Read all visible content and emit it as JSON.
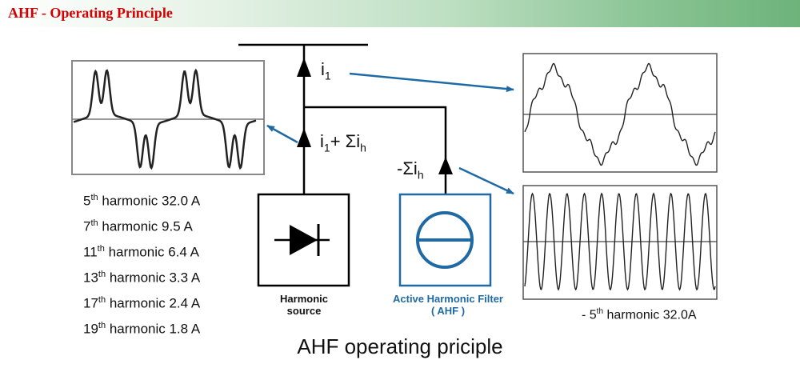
{
  "header": {
    "title": "AHF - Operating Principle"
  },
  "labels": {
    "i1": {
      "base": "i",
      "sub": "1"
    },
    "i1_sum": {
      "base": "i",
      "sub1": "1",
      "mid": "+ Σi",
      "sub2": "h"
    },
    "neg_sum": {
      "base": "-Σi",
      "sub": "h"
    },
    "harmonic_source": [
      "Harmonic",
      "source"
    ],
    "ahf": [
      "Active Harmonic Filter",
      "( AHF )"
    ],
    "fifth": {
      "prefix": "- 5",
      "sup": "th",
      "suffix": " harmonic 32.0A"
    }
  },
  "harmonics": [
    {
      "order": "5",
      "sup": "th",
      "text": " harmonic 32.0 A"
    },
    {
      "order": "7",
      "sup": "th",
      "text": " harmonic 9.5 A"
    },
    {
      "order": "11",
      "sup": "th",
      "text": " harmonic 6.4 A"
    },
    {
      "order": "13",
      "sup": "th",
      "text": " harmonic 3.3 A"
    },
    {
      "order": "17",
      "sup": "th",
      "text": " harmonic 2.4 A"
    },
    {
      "order": "19",
      "sup": "th",
      "text": " harmonic 1.8 A"
    }
  ],
  "caption": "AHF operating priciple",
  "colors": {
    "arrow_blue": "#1f6aa5",
    "title_red": "#d40000",
    "waveform_frame": "#888888"
  }
}
